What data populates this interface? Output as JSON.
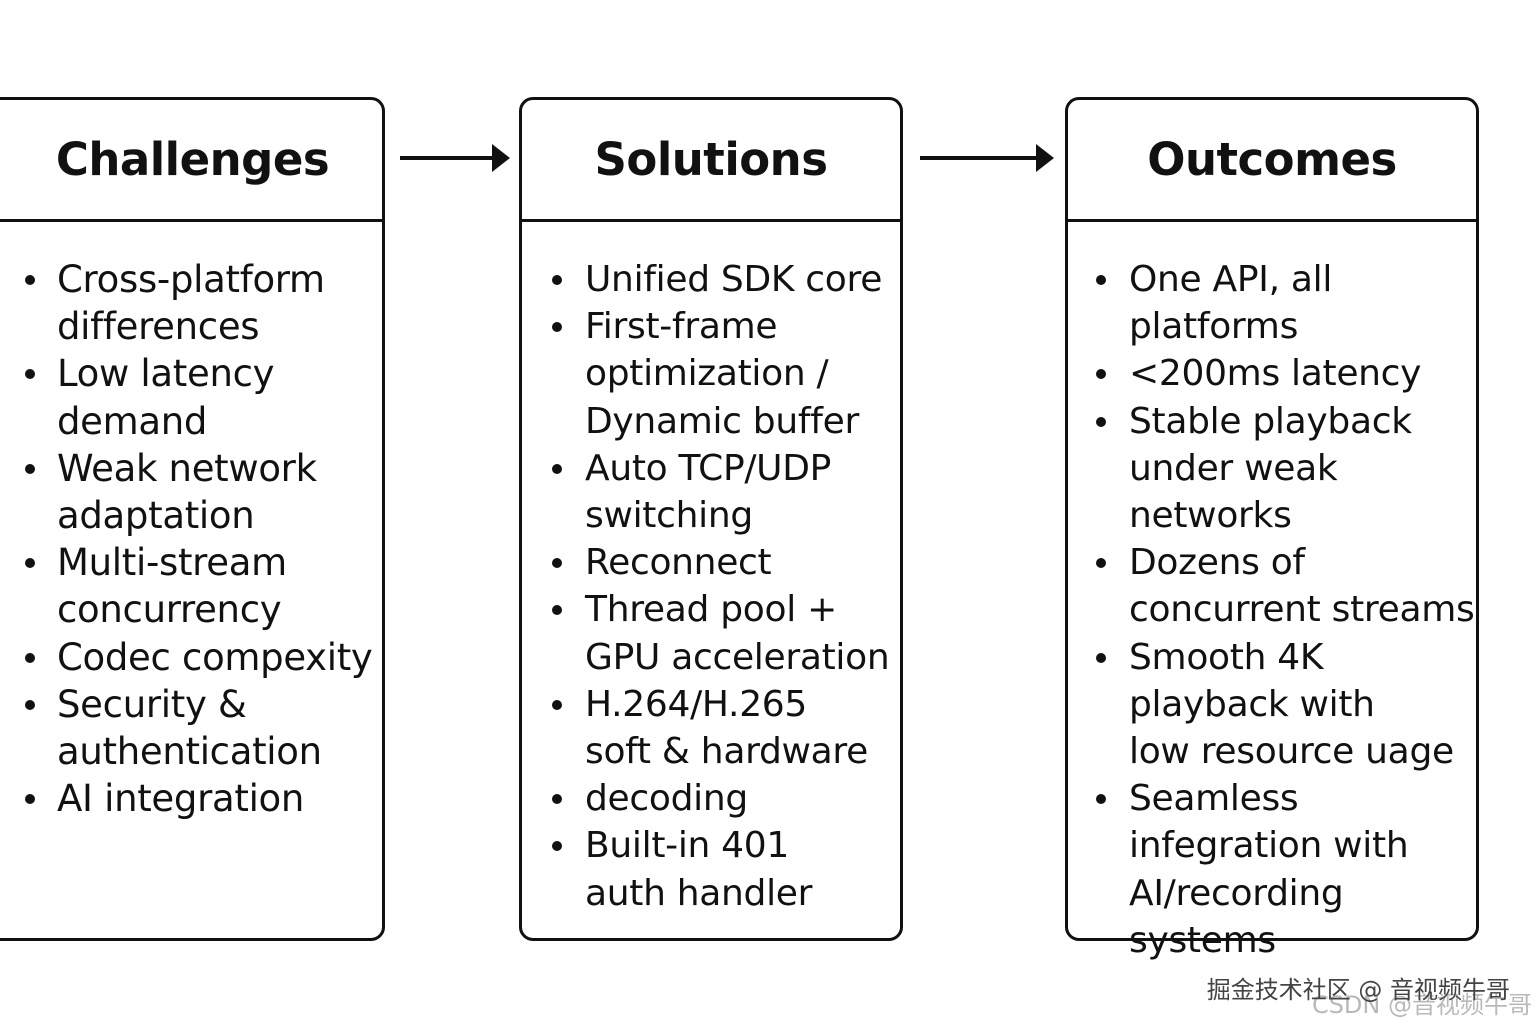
{
  "panels": {
    "challenges": {
      "title": "Challenges",
      "items": [
        "Cross-platform\ndifferences",
        "Low latency\ndemand",
        "Weak network\nadaptation",
        "Multi-stream\nconcurrency",
        "Codec compexity",
        "Security &\nauthentication",
        "AI integration"
      ]
    },
    "solutions": {
      "title": "Solutions",
      "items": [
        "Unified SDK core",
        "First-frame\noptimization /\nDynamic buffer",
        "Auto TCP/UDP\nswitching",
        "Reconnect",
        "Thread pool +\nGPU acceleration",
        "H.264/H.265\nsoft & hardware",
        "decoding",
        "Built-in 401\nauth handler"
      ]
    },
    "outcomes": {
      "title": "Outcomes",
      "items": [
        "One API, all\nplatforms",
        "<200ms latency",
        "Stable playback\nunder weak\nnetworks",
        "Dozens of\nconcurrent streams",
        "Smooth 4K\nplayback with\nlow resource uage",
        "Seamless\ninfegration with\nAI/recording systems"
      ]
    }
  },
  "watermarks": {
    "primary": "掘金技术社区 @ 音视频牛哥",
    "secondary": "CSDN @音视频牛哥"
  },
  "colors": {
    "stroke": "#111111",
    "background": "#ffffff"
  }
}
